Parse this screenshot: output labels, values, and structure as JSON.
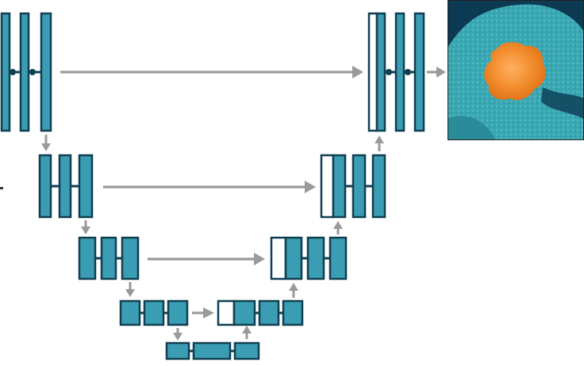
{
  "diagram": {
    "type": "u-net-architecture",
    "levels": 5,
    "connections": [
      "skip-connection",
      "downsample",
      "upsample",
      "output"
    ]
  },
  "colors": {
    "feature_map": "#3b9db3",
    "outline": "#0f3f50",
    "concat_block": "#ffffff",
    "arrow": "#9a9a9a",
    "segmentation_background": "#3aa8b3",
    "segmentation_mask": "#f08a2a"
  },
  "output_image": {
    "description_icon": "segmentation-output-image"
  }
}
